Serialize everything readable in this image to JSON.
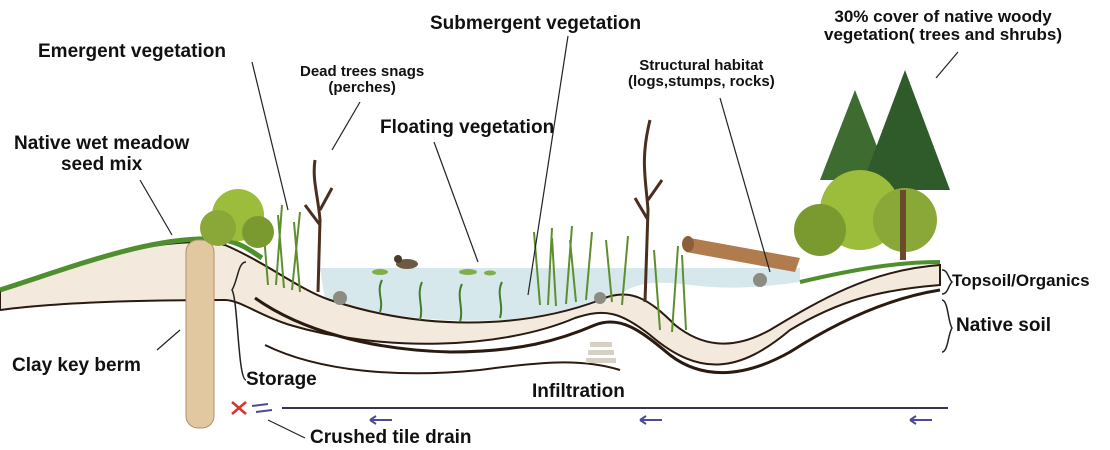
{
  "labels": {
    "submergent": "Submergent vegetation",
    "woody": [
      "30% cover of native woody",
      "vegetation( trees and shrubs)"
    ],
    "emergent": "Emergent vegetation",
    "snags": [
      "Dead trees snags",
      "(perches)"
    ],
    "structural": [
      "Structural habitat",
      "(logs,stumps, rocks)"
    ],
    "floating": "Floating vegetation",
    "meadow": [
      "Native wet meadow",
      "seed mix"
    ],
    "topsoil": "Topsoil/Organics",
    "native_soil": "Native soil",
    "clay_berm": "Clay key berm",
    "storage": "Storage",
    "infiltration": "Infiltration",
    "drain": "Crushed tile drain"
  },
  "colors": {
    "water": "#d6e8ec",
    "soil": "#f3e9dc",
    "berm": "#e2c8a0",
    "grass": "#4f8f2e",
    "tree_dark": "#2f5a2a",
    "tree_light": "#9cbc3c",
    "drain_line": "#333355",
    "flow_arrow": "#4a4a9a",
    "drain_x": "#d8342c"
  },
  "icons": [
    "duck-icon",
    "snag-icon",
    "log-icon",
    "flow-arrow-icon",
    "drain-x-icon"
  ]
}
